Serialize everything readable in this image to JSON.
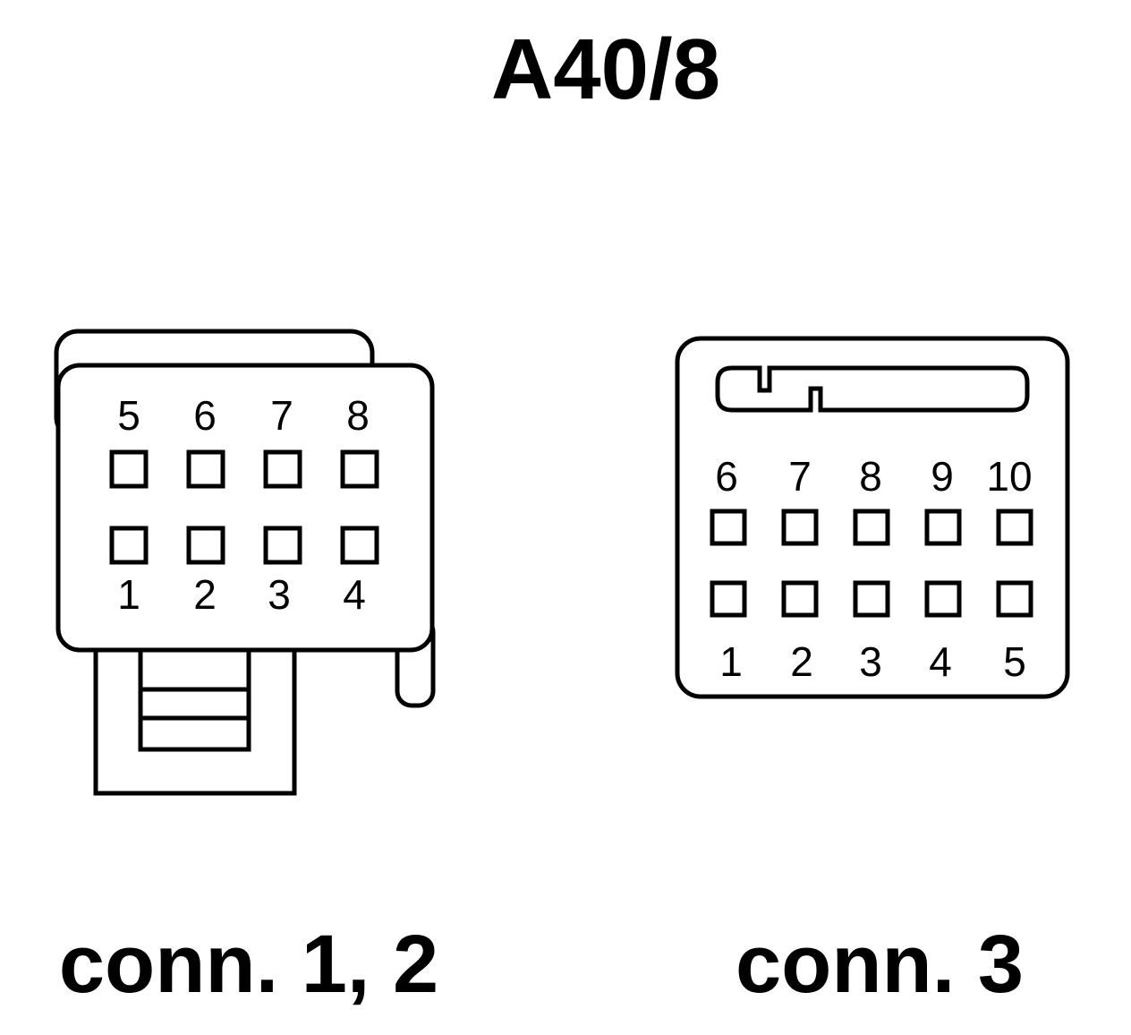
{
  "title": "A40/8",
  "connectors": [
    {
      "label": "conn. 1, 2",
      "top_pins": [
        "5",
        "6",
        "7",
        "8"
      ],
      "bottom_pins": [
        "1",
        "2",
        "3",
        "4"
      ]
    },
    {
      "label": "conn. 3",
      "top_pins": [
        "6",
        "7",
        "8",
        "9",
        "10"
      ],
      "bottom_pins": [
        "1",
        "2",
        "3",
        "4",
        "5"
      ]
    }
  ]
}
